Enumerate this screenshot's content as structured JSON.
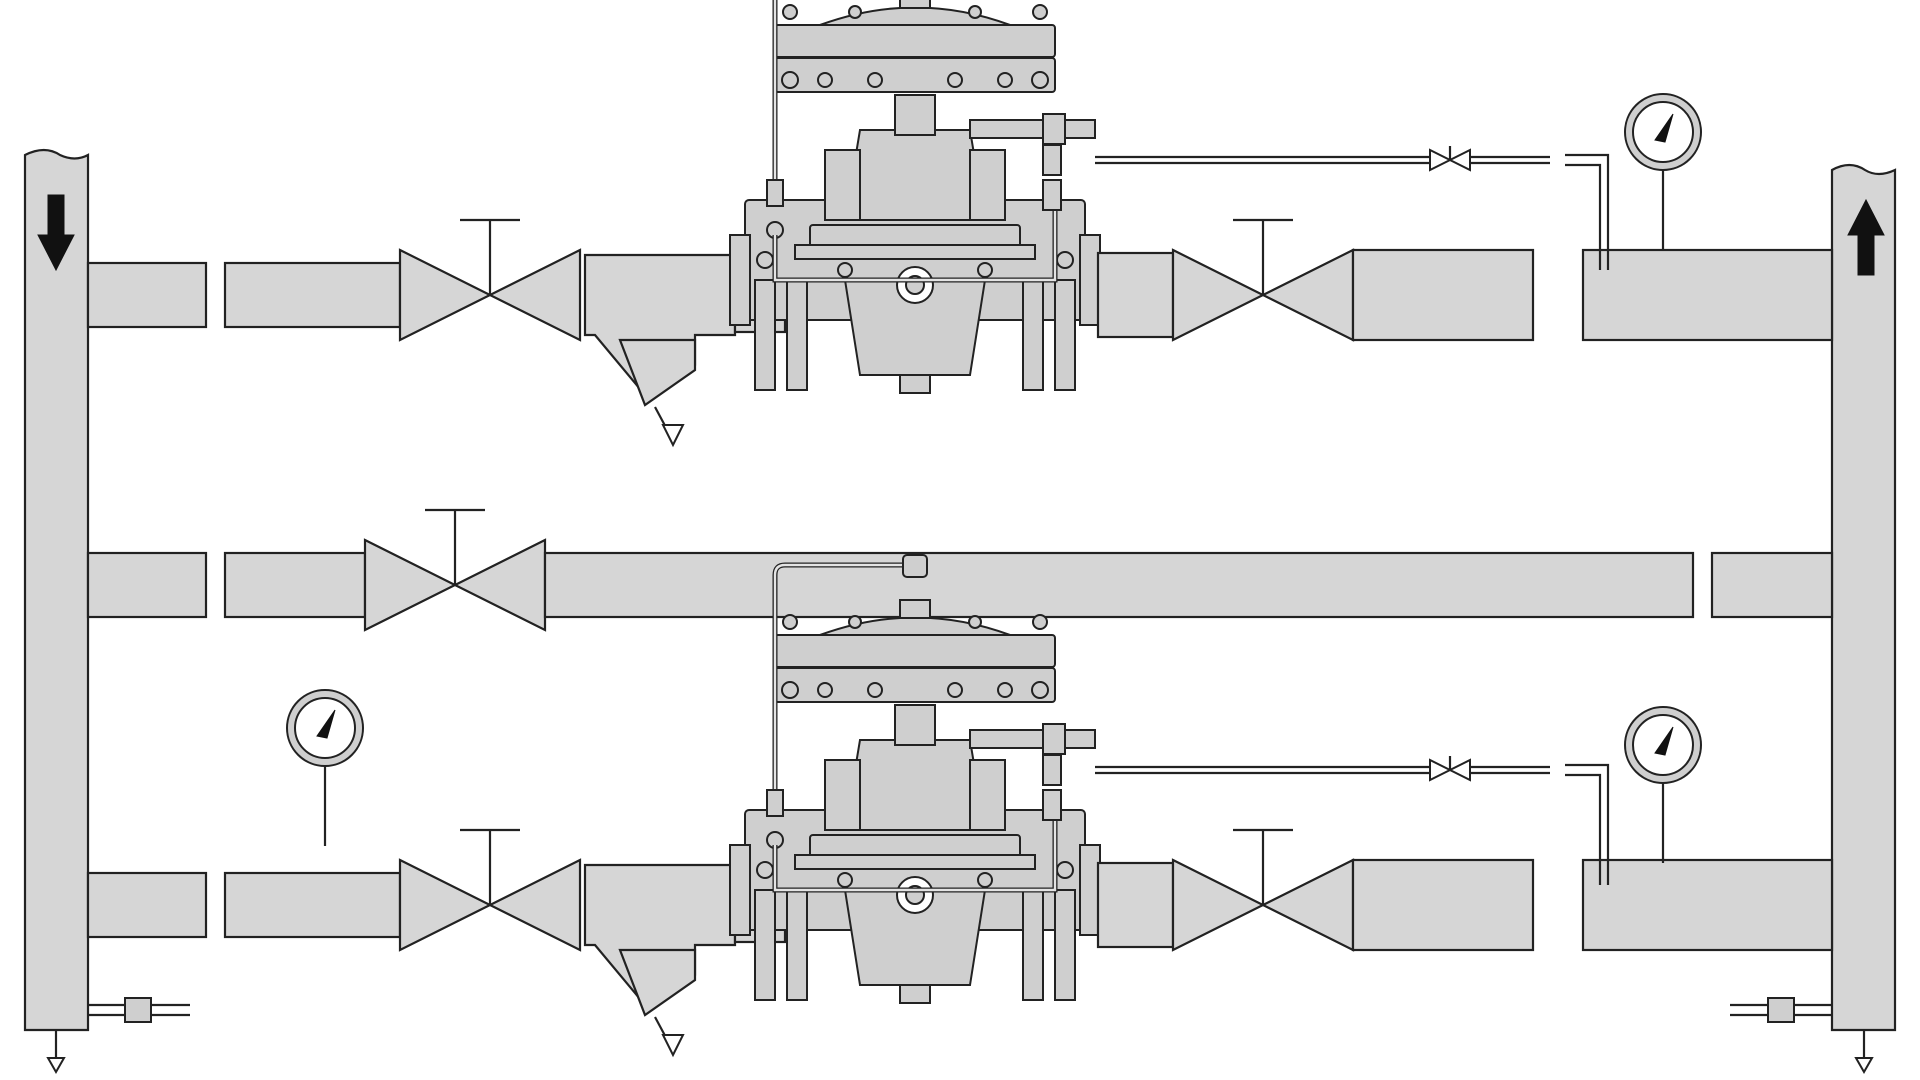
{
  "diagram": {
    "description_visible_text": "",
    "colors": {
      "pipe_fill": "#d6d6d6",
      "stroke": "#222222",
      "arrow": "#111111",
      "background": "#ffffff"
    },
    "flow": {
      "inlet_direction": "down",
      "outlet_direction": "up"
    },
    "regulator_lines": [
      {
        "id": "upper",
        "has_inlet_gauge": false,
        "has_outlet_gauge": true
      },
      {
        "id": "lower",
        "has_inlet_gauge": true,
        "has_outlet_gauge": true
      }
    ],
    "bypass_line": {
      "has_valve": true
    },
    "icons": [
      "gate-valve-icon",
      "y-strainer-icon",
      "pressure-regulator-icon",
      "pressure-gauge-icon",
      "flow-arrow-icon",
      "drain-valve-icon",
      "needle-valve-icon"
    ]
  }
}
